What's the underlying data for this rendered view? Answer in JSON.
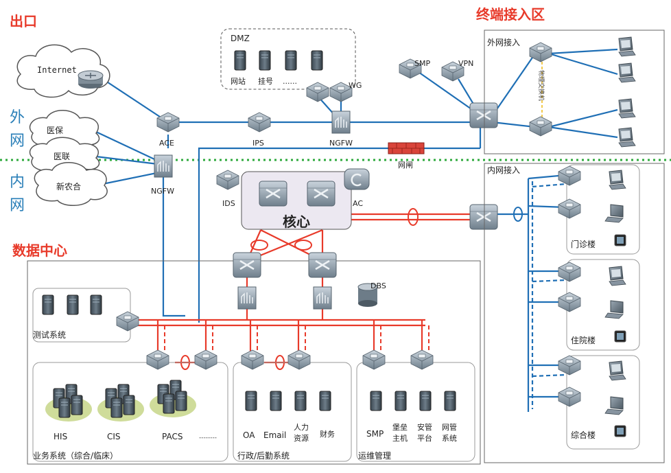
{
  "sections": {
    "exit": "出口",
    "outer_net_1": "外",
    "outer_net_2": "网",
    "inner_net_1": "内",
    "inner_net_2": "网",
    "datacenter": "数据中心",
    "terminal_access": "终端接入区"
  },
  "clouds": {
    "internet": "Internet",
    "yibao": "医保",
    "yilian": "医联",
    "xinnonghe": "新农合"
  },
  "dmz": {
    "title": "DMZ",
    "items": [
      "网站",
      "挂号",
      "......"
    ]
  },
  "devices": {
    "ace": "ACE",
    "ips": "IPS",
    "ngfw_top": "NGFW",
    "wg": "WG",
    "smp_top": "SMP",
    "vpn": "VPN",
    "wangzha": "网闸",
    "ngfw_left": "NGFW",
    "ids": "IDS",
    "ac": "AC",
    "core": "核心",
    "dbs": "DBS"
  },
  "terminal": {
    "outer_access": "外网接入",
    "inner_access": "内网接入",
    "vertical_note": "物理交换机",
    "buildings": [
      "门诊楼",
      "住院楼",
      "综合楼"
    ]
  },
  "datacenter": {
    "test_system": "测试系统",
    "business": {
      "title": "业务系统（综合/临床）",
      "items": [
        "HIS",
        "CIS",
        "PACS",
        "--------"
      ]
    },
    "admin": {
      "title": "行政/后勤系统",
      "items": [
        "OA",
        "Email",
        "人力",
        "资源",
        "财务"
      ]
    },
    "ops": {
      "title": "运维管理",
      "items": [
        "SMP",
        "堡垒",
        "主机",
        "安管",
        "平台",
        "网管",
        "系统"
      ]
    }
  },
  "colors": {
    "red": "#e83a2a",
    "blue": "#1f6fb5",
    "green_divider": "#2eaa3c",
    "device": "#8a9aa8"
  }
}
